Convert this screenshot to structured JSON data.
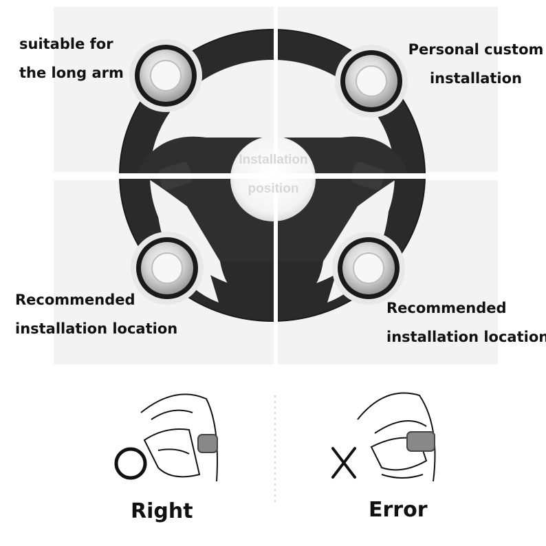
{
  "labels": {
    "long_arm": [
      "suitable for",
      "the long arm"
    ],
    "custom": [
      "Personal custom",
      "installation"
    ],
    "recommended_left": [
      "Recommended",
      "installation location"
    ],
    "recommended_right": [
      "Recommended",
      "installation location"
    ],
    "center": [
      "Installation",
      "position"
    ]
  },
  "bottom": {
    "right_label": "Right",
    "error_label": "Error"
  },
  "icons": {
    "right_mark": "circle-icon",
    "error_mark": "x-icon",
    "knob": "spinner-knob-icon"
  },
  "colors": {
    "wheel": "#2b2b2b",
    "knob_chrome": "#d8d8d8",
    "text": "#111111"
  }
}
